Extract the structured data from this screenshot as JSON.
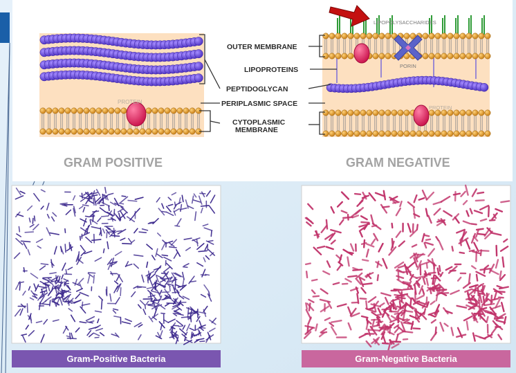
{
  "labels": {
    "outer_membrane": "OUTER MEMBRANE",
    "lipoproteins": "LIPOPROTEINS",
    "peptidoglycan": "PEPTIDOGLYCAN",
    "periplasmic_space": "PERIPLASMIC SPACE",
    "cytoplasmic_membrane_line1": "CYTOPLASMIC",
    "cytoplasmic_membrane_line2": "MEMBRANE",
    "protein_left": "PROTEIN",
    "protein_right": "PROTEIN",
    "lipopolysaccharides": "LIPOPOLYSACCHARIDES",
    "porin": "PORIN"
  },
  "headings": {
    "gram_positive": "GRAM POSITIVE",
    "gram_negative": "GRAM NEGATIVE"
  },
  "captions": {
    "gram_positive_bacteria": "Gram-Positive Bacteria",
    "gram_negative_bacteria": "Gram-Negative Bacteria"
  },
  "colors": {
    "peptidoglycan": "#6b4fd8",
    "lipid_head": "#d79128",
    "protein": "#e0205a",
    "porin": "#5b63c9",
    "periplasm": "#fde0c0",
    "lps": "#2f9b37",
    "arrow": "#c41010",
    "gram_positive_stain": "#3d2a8e",
    "gram_negative_stain": "#c1346b"
  }
}
